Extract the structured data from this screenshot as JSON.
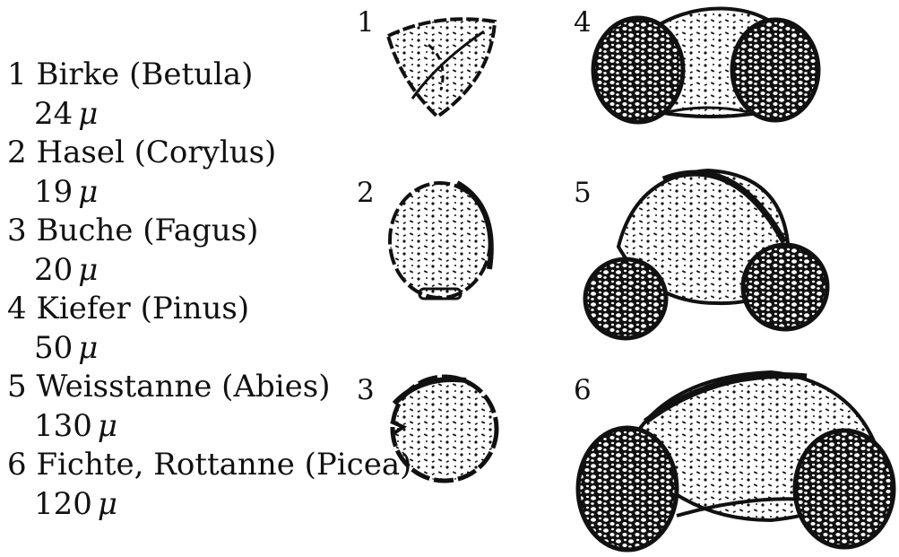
{
  "legend": [
    {
      "number": "1",
      "name": "Birke (Betula)",
      "size_value": "24",
      "size_unit": "μ"
    },
    {
      "number": "2",
      "name": "Hasel (Corylus)",
      "size_value": "19",
      "size_unit": "μ"
    },
    {
      "number": "3",
      "name": "Buche (Fagus)",
      "size_value": "20",
      "size_unit": "μ"
    },
    {
      "number": "4",
      "name": "Kiefer (Pinus)",
      "size_value": "50",
      "size_unit": "μ"
    },
    {
      "number": "5",
      "name": "Weisstanne (Abies)",
      "size_value": "130",
      "size_unit": "μ"
    },
    {
      "number": "6",
      "name": "Fichte, Rottanne (Picea)",
      "size_value": "120",
      "size_unit": "μ"
    }
  ],
  "figure_numbers": [
    "1",
    "2",
    "3",
    "4",
    "5",
    "6"
  ],
  "colors": {
    "ink": "#111111",
    "paper": "#ffffff"
  }
}
